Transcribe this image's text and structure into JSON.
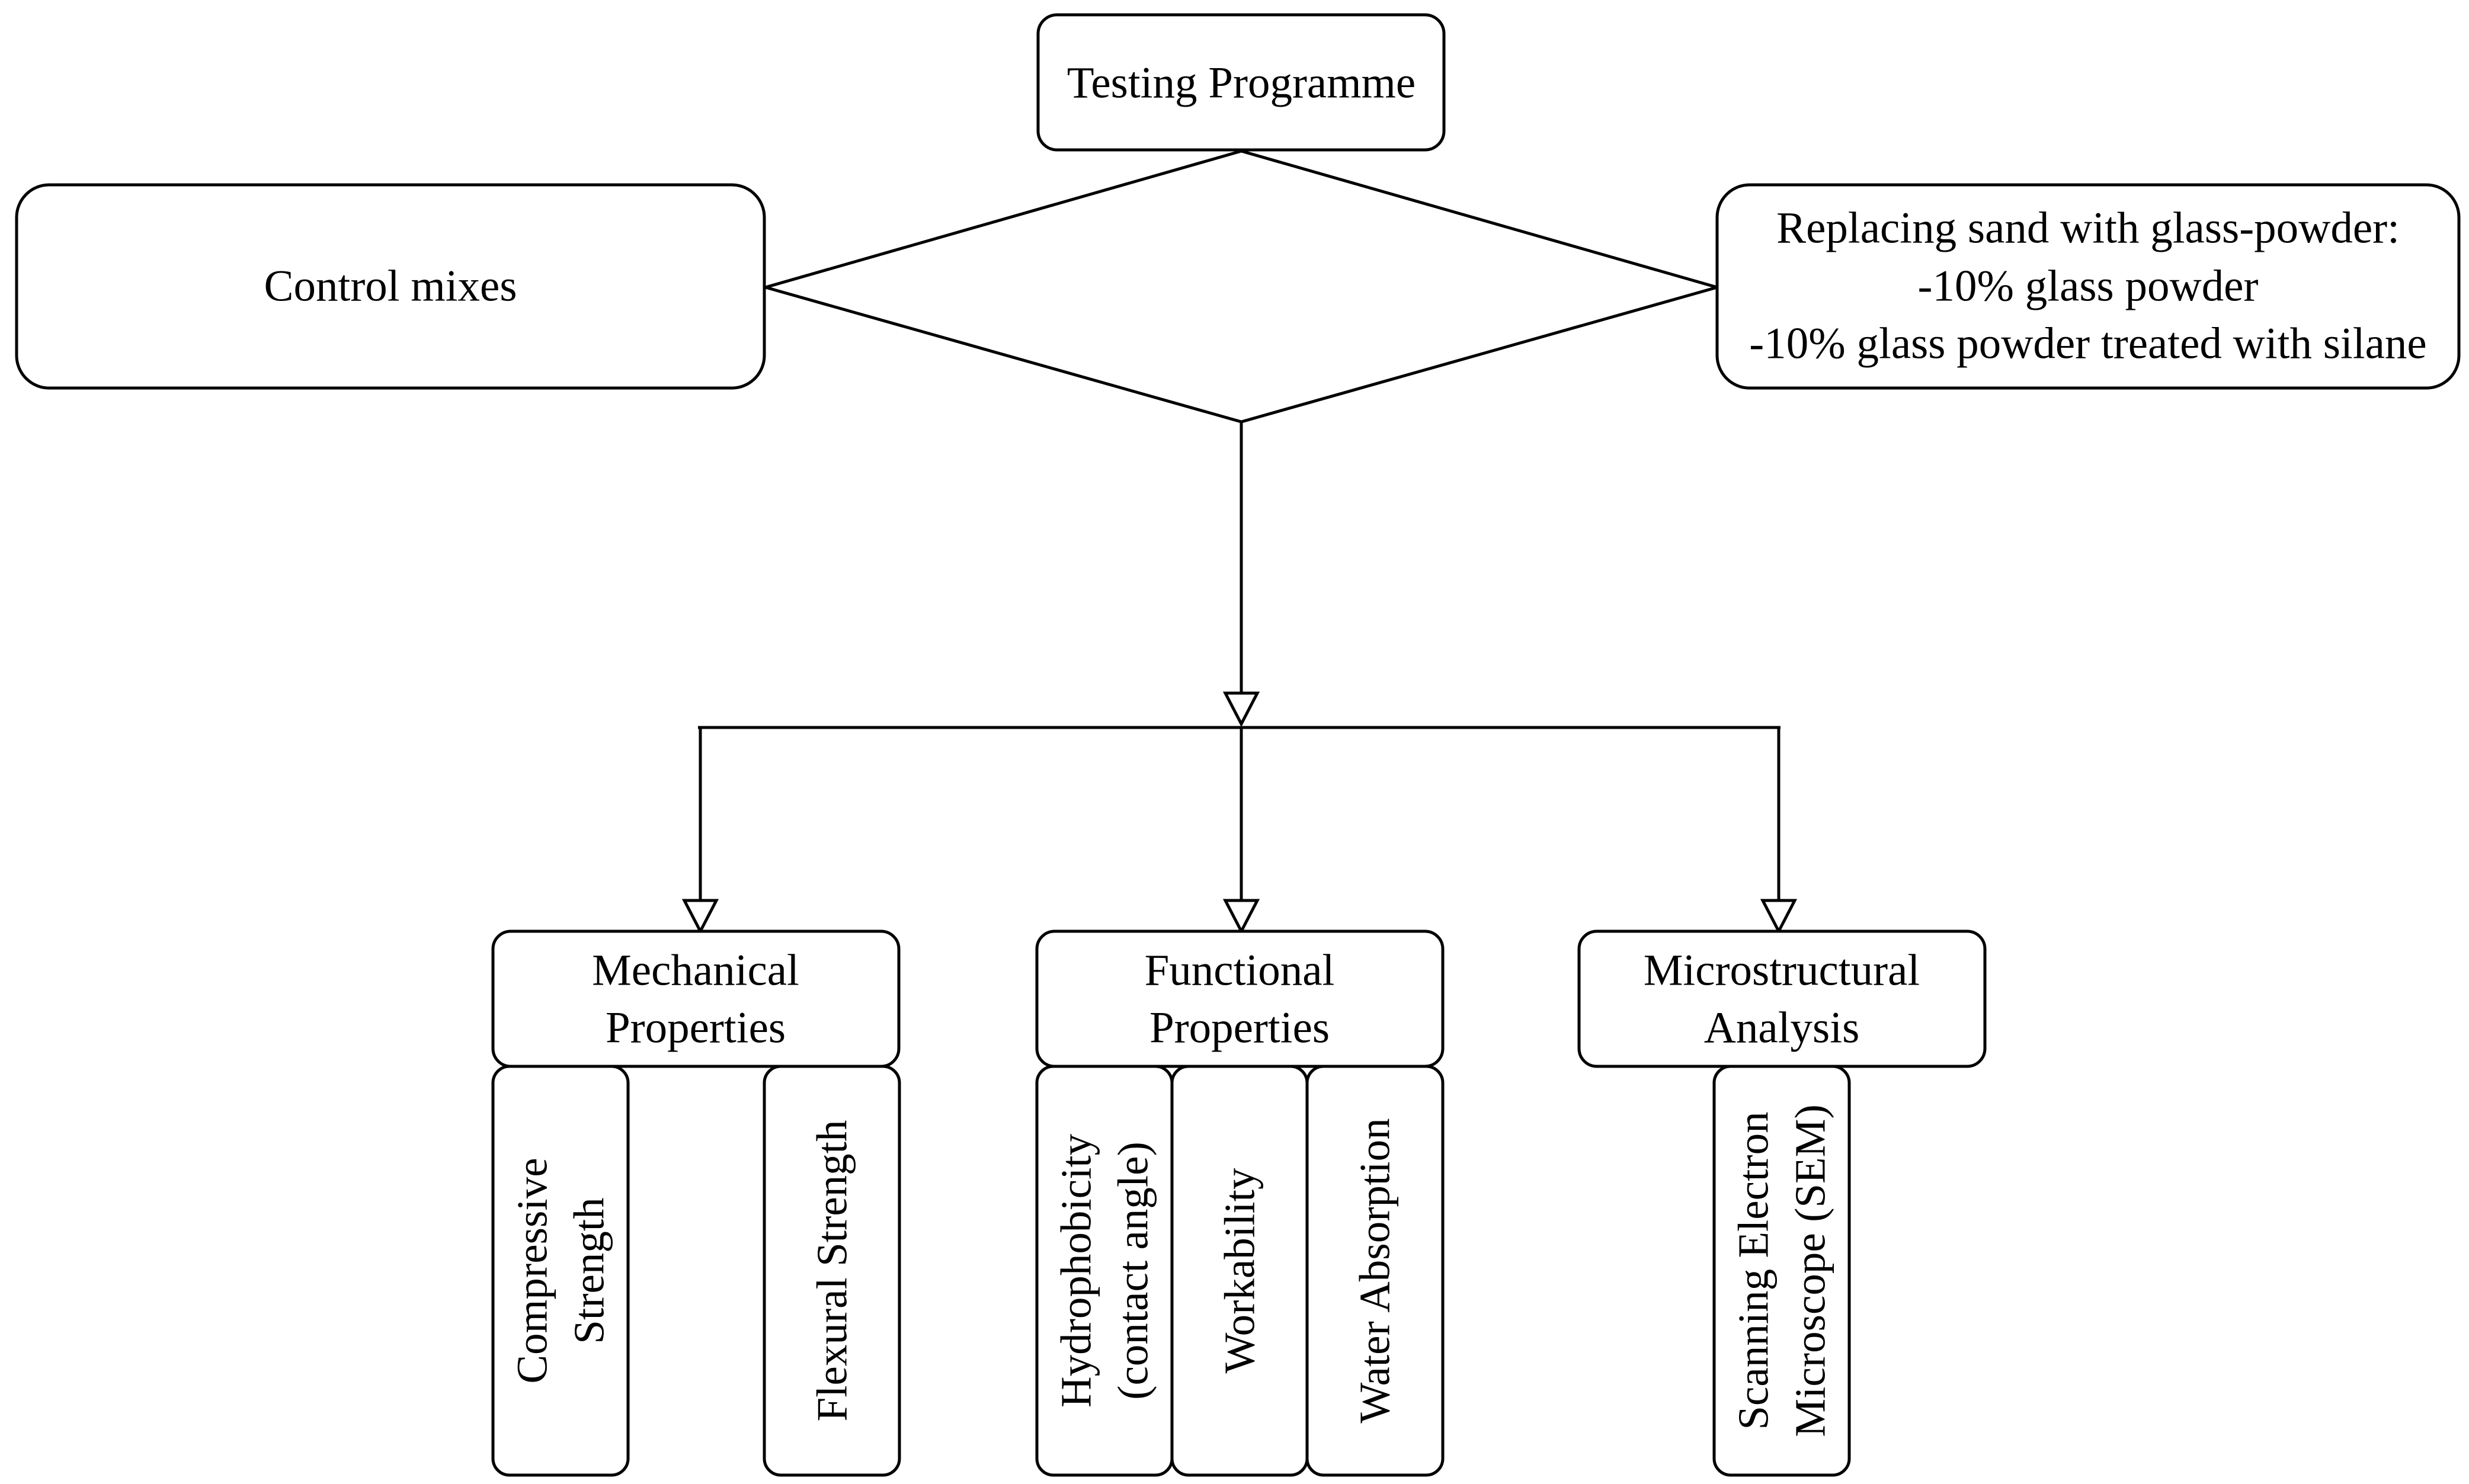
{
  "root": {
    "label": "Testing Programme"
  },
  "left_option": {
    "label": "Control mixes"
  },
  "right_option": {
    "lines": [
      "Replacing sand with glass-powder:",
      "-10% glass powder",
      "-10% glass powder treated with silane"
    ]
  },
  "categories": [
    {
      "lines": [
        "Mechanical",
        "Properties"
      ],
      "tests": [
        {
          "lines": [
            "Compressive",
            "Strength"
          ]
        },
        {
          "lines": [
            "Flexural Strength"
          ]
        }
      ]
    },
    {
      "lines": [
        "Functional",
        "Properties"
      ],
      "tests": [
        {
          "lines": [
            "Hydrophobicity",
            "(contact angle)"
          ]
        },
        {
          "lines": [
            "Workability"
          ]
        },
        {
          "lines": [
            "Water Absorption"
          ]
        }
      ]
    },
    {
      "lines": [
        "Microstructural",
        "Analysis"
      ],
      "tests": [
        {
          "lines": [
            "Scanning Electron",
            "Microscope (SEM)"
          ]
        }
      ]
    }
  ]
}
